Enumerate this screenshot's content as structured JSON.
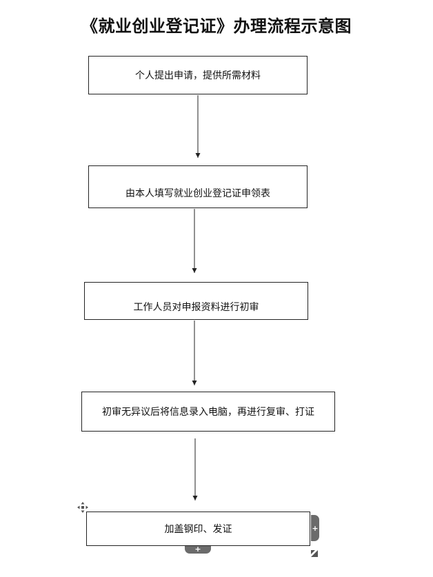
{
  "title": "《就业创业登记证》办理流程示意图",
  "steps": [
    "个人提出申请，提供所需材料",
    "由本人填写就业创业登记证申领表",
    "工作人员对申报资料进行初审",
    "初审无异议后将信息录入电脑，再进行复审、打证",
    "加盖钢印、发证"
  ],
  "controls": {
    "add_right": "+",
    "add_bottom": "+"
  },
  "colors": {
    "line": "#222222",
    "handle": "#6b6b6b"
  }
}
